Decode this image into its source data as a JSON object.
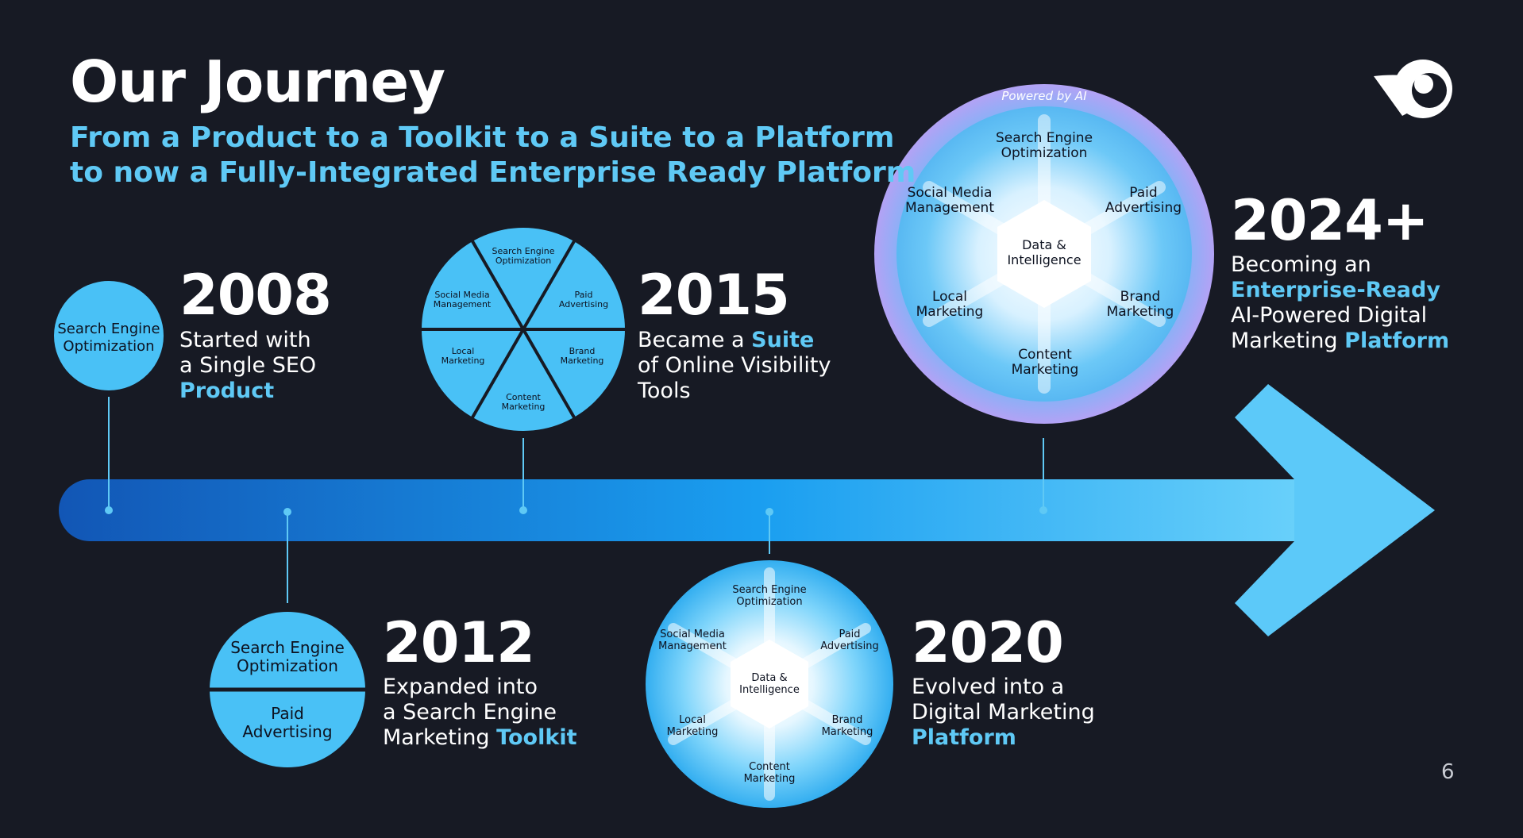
{
  "header": {
    "title": "Our Journey",
    "subtitle_line1": "From a Product to a Toolkit to a Suite to a Platform",
    "subtitle_line2": "to now a Fully-Integrated Enterprise Ready Platform"
  },
  "colors": {
    "background": "#171a24",
    "accent": "#5fc9f5",
    "arrow_start": "#1256b5",
    "arrow_end": "#6dd3fb",
    "circle_blue": "#49c1f6",
    "ai_purple": "#a99cf4"
  },
  "milestones": {
    "m2008": {
      "year": "2008",
      "desc_line1": "Started with",
      "desc_line2": "a Single SEO",
      "desc_highlight": "Product",
      "circle_line1": "Search Engine",
      "circle_line2": "Optimization"
    },
    "m2012": {
      "year": "2012",
      "desc_line1": "Expanded into",
      "desc_line2": "a Search Engine",
      "desc_line3": "Marketing",
      "desc_highlight": "Toolkit",
      "top_line1": "Search Engine",
      "top_line2": "Optimization",
      "bottom_line1": "Paid",
      "bottom_line2": "Advertising"
    },
    "m2015": {
      "year": "2015",
      "desc_line1": "Became a",
      "desc_highlight": "Suite",
      "desc_line2": "of Online Visibility",
      "desc_line3": "Tools",
      "segments": {
        "seo1": "Search Engine",
        "seo2": "Optimization",
        "paid1": "Paid",
        "paid2": "Advertising",
        "brand1": "Brand",
        "brand2": "Marketing",
        "content1": "Content",
        "content2": "Marketing",
        "local1": "Local",
        "local2": "Marketing",
        "social1": "Social Media",
        "social2": "Management"
      }
    },
    "m2020": {
      "year": "2020",
      "desc_line1": "Evolved into a",
      "desc_line2": "Digital Marketing",
      "desc_highlight": "Platform",
      "center1": "Data &",
      "center2": "Intelligence",
      "segments": {
        "seo1": "Search Engine",
        "seo2": "Optimization",
        "paid1": "Paid",
        "paid2": "Advertising",
        "brand1": "Brand",
        "brand2": "Marketing",
        "content1": "Content",
        "content2": "Marketing",
        "local1": "Local",
        "local2": "Marketing",
        "social1": "Social Media",
        "social2": "Management"
      }
    },
    "m2024": {
      "year": "2024+",
      "desc_line1": "Becoming an",
      "desc_highlight1": "Enterprise-Ready",
      "desc_line3": "AI-Powered Digital",
      "desc_line4": "Marketing",
      "desc_highlight2": "Platform",
      "ring_label": "Powered by AI",
      "center1": "Data &",
      "center2": "Intelligence",
      "segments": {
        "seo1": "Search Engine",
        "seo2": "Optimization",
        "paid1": "Paid",
        "paid2": "Advertising",
        "brand1": "Brand",
        "brand2": "Marketing",
        "content1": "Content",
        "content2": "Marketing",
        "local1": "Local",
        "local2": "Marketing",
        "social1": "Social Media",
        "social2": "Management"
      }
    }
  },
  "logo": {
    "icon": "comet-logo-icon"
  },
  "footer": {
    "page_number": "6"
  }
}
